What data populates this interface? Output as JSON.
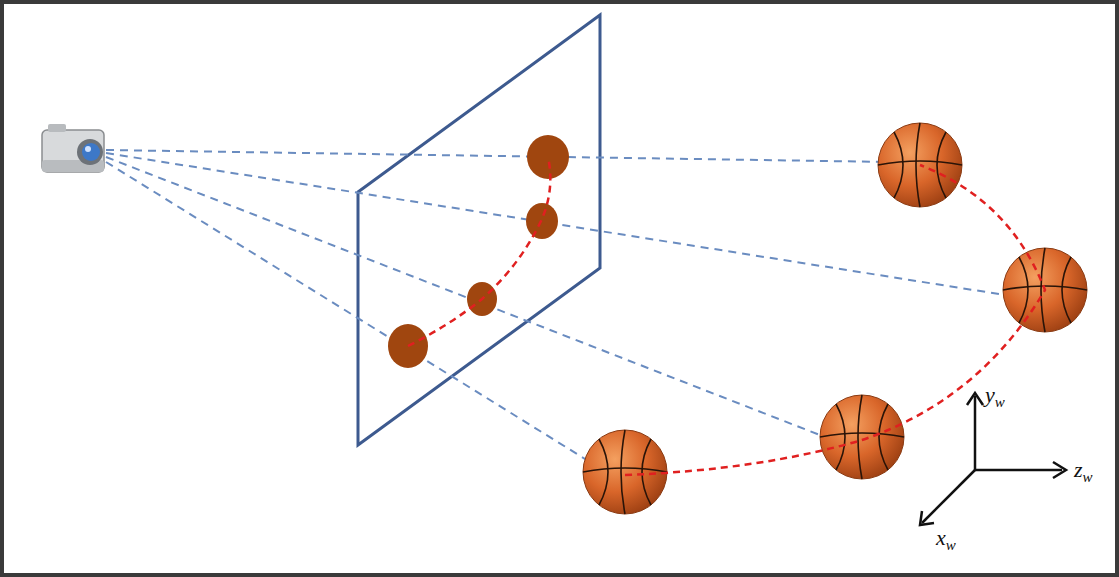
{
  "diagram": {
    "labels": [
      "yw",
      "zw",
      "xw"
    ]
  }
}
